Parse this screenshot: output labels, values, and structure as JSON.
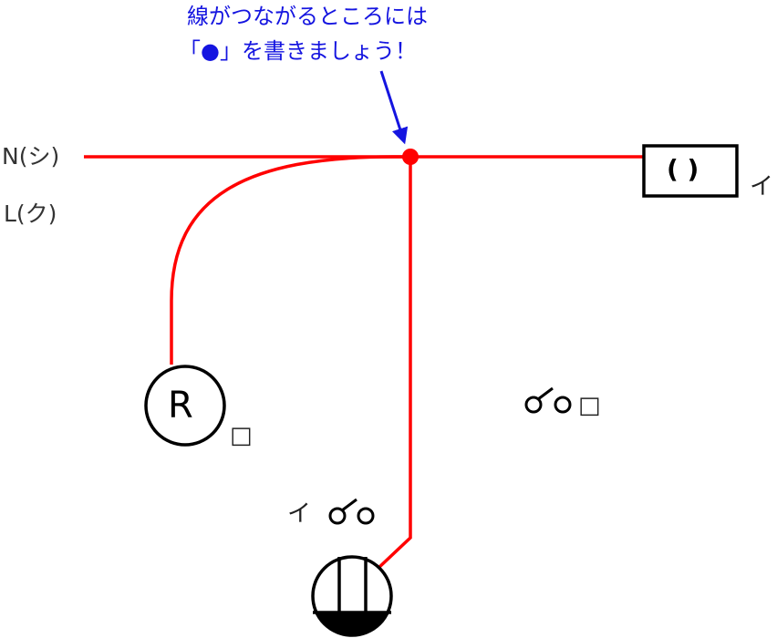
{
  "callout": {
    "line1": "線がつながるところには",
    "line2": "「●」を書きましょう！"
  },
  "labels": {
    "neutral": "N(シ)",
    "live": "L(ク)",
    "lamp_top_symbol": "( )",
    "lamp_top_tag": "イ",
    "receptacle_letter": "R",
    "receptacle_tag": "□",
    "switch_right_tag": "□",
    "switch_left_tag": "イ"
  },
  "colors": {
    "wire": "#ff0000",
    "junction": "#ff0000",
    "callout_text": "#1515e0",
    "callout_arrow": "#1515e0",
    "symbol": "#000000",
    "label_text": "#333333"
  },
  "icons": {
    "junction": "filled-circle",
    "switch": "switch-icon",
    "outlet": "outlet-icon",
    "lamp_box": "ceiling-lamp-box"
  }
}
